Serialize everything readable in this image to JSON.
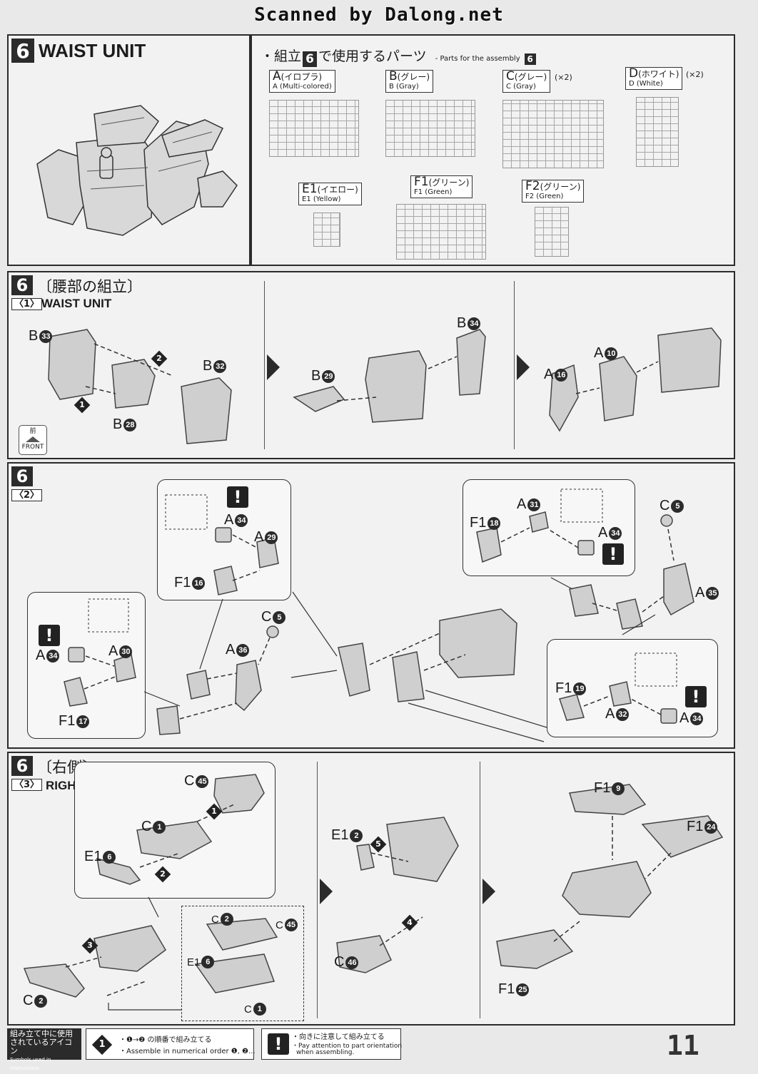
{
  "scan_banner": "Scanned by Dalong.net",
  "step_number": "6",
  "header": {
    "title_en": "WAIST UNIT"
  },
  "parts_used": {
    "title_jp": "・組立",
    "title_num": "6",
    "title_jp_suffix": "で使用するパーツ",
    "title_en": "- Parts for the assembly",
    "sprues": [
      {
        "code": "A",
        "jp": "(イロプラ)",
        "en": "A (Multi-colored)",
        "mult": ""
      },
      {
        "code": "B",
        "jp": "(グレー)",
        "en": "B (Gray)",
        "mult": ""
      },
      {
        "code": "C",
        "jp": "(グレー)",
        "en": "C (Gray)",
        "mult": "(×2)"
      },
      {
        "code": "D",
        "jp": "(ホワイト)",
        "en": "D (White)",
        "mult": "(×2)"
      },
      {
        "code": "E1",
        "jp": "(イエロー)",
        "en": "E1 (Yellow)",
        "mult": ""
      },
      {
        "code": "F1",
        "jp": "(グリーン)",
        "en": "F1 (Green)",
        "mult": ""
      },
      {
        "code": "F2",
        "jp": "(グリーン)",
        "en": "F2 (Green)",
        "mult": ""
      }
    ]
  },
  "step1": {
    "sub": "〈1〉",
    "title_jp": "〔腰部の組立〕",
    "title_en": "WAIST UNIT",
    "front_jp": "前",
    "front_en": "FRONT",
    "seq": [
      "1",
      "2"
    ],
    "labels": [
      {
        "part": "B",
        "num": "33"
      },
      {
        "part": "B",
        "num": "32"
      },
      {
        "part": "B",
        "num": "28"
      },
      {
        "part": "B",
        "num": "29"
      },
      {
        "part": "B",
        "num": "34"
      },
      {
        "part": "A",
        "num": "16"
      },
      {
        "part": "A",
        "num": "10"
      }
    ]
  },
  "step2": {
    "sub": "〈2〉",
    "warn_symbol": "!",
    "labels": [
      {
        "part": "A",
        "num": "34"
      },
      {
        "part": "A",
        "num": "29"
      },
      {
        "part": "F1",
        "num": "16"
      },
      {
        "part": "A",
        "num": "34"
      },
      {
        "part": "A",
        "num": "30"
      },
      {
        "part": "F1",
        "num": "17"
      },
      {
        "part": "A",
        "num": "36"
      },
      {
        "part": "C",
        "num": "5"
      },
      {
        "part": "F1",
        "num": "18"
      },
      {
        "part": "A",
        "num": "31"
      },
      {
        "part": "A",
        "num": "34"
      },
      {
        "part": "C",
        "num": "5"
      },
      {
        "part": "A",
        "num": "35"
      },
      {
        "part": "F1",
        "num": "19"
      },
      {
        "part": "A",
        "num": "32"
      },
      {
        "part": "A",
        "num": "34"
      }
    ]
  },
  "step3": {
    "sub": "〈3〉",
    "title_jp": "〔右側〕",
    "title_en": "RIGHT SIDE",
    "seq": [
      "1",
      "2",
      "3",
      "4",
      "5"
    ],
    "labels": [
      {
        "part": "C",
        "num": "45"
      },
      {
        "part": "C",
        "num": "1"
      },
      {
        "part": "E1",
        "num": "6"
      },
      {
        "part": "C",
        "num": "2"
      },
      {
        "part": "C",
        "num": "2"
      },
      {
        "part": "C",
        "num": "45"
      },
      {
        "part": "E1",
        "num": "6"
      },
      {
        "part": "C",
        "num": "1"
      },
      {
        "part": "E1",
        "num": "2"
      },
      {
        "part": "C",
        "num": "46"
      },
      {
        "part": "F1",
        "num": "9"
      },
      {
        "part": "F1",
        "num": "24"
      },
      {
        "part": "F1",
        "num": "25"
      }
    ]
  },
  "legend": {
    "title_jp_1": "組み立て中に使用",
    "title_jp_2": "されているアイコン",
    "title_en": "Symbols used in instructions",
    "order_icon": "1",
    "order_jp": "・❶→❷ の順番で組み立てる",
    "order_en": "・Assemble in numerical order ❶, ❷...",
    "warn_icon": "!",
    "warn_jp": "・向きに注意して組み立てる",
    "warn_en_1": "・Pay attention to part orientation",
    "warn_en_2": "when assembling."
  },
  "page_number": "11"
}
